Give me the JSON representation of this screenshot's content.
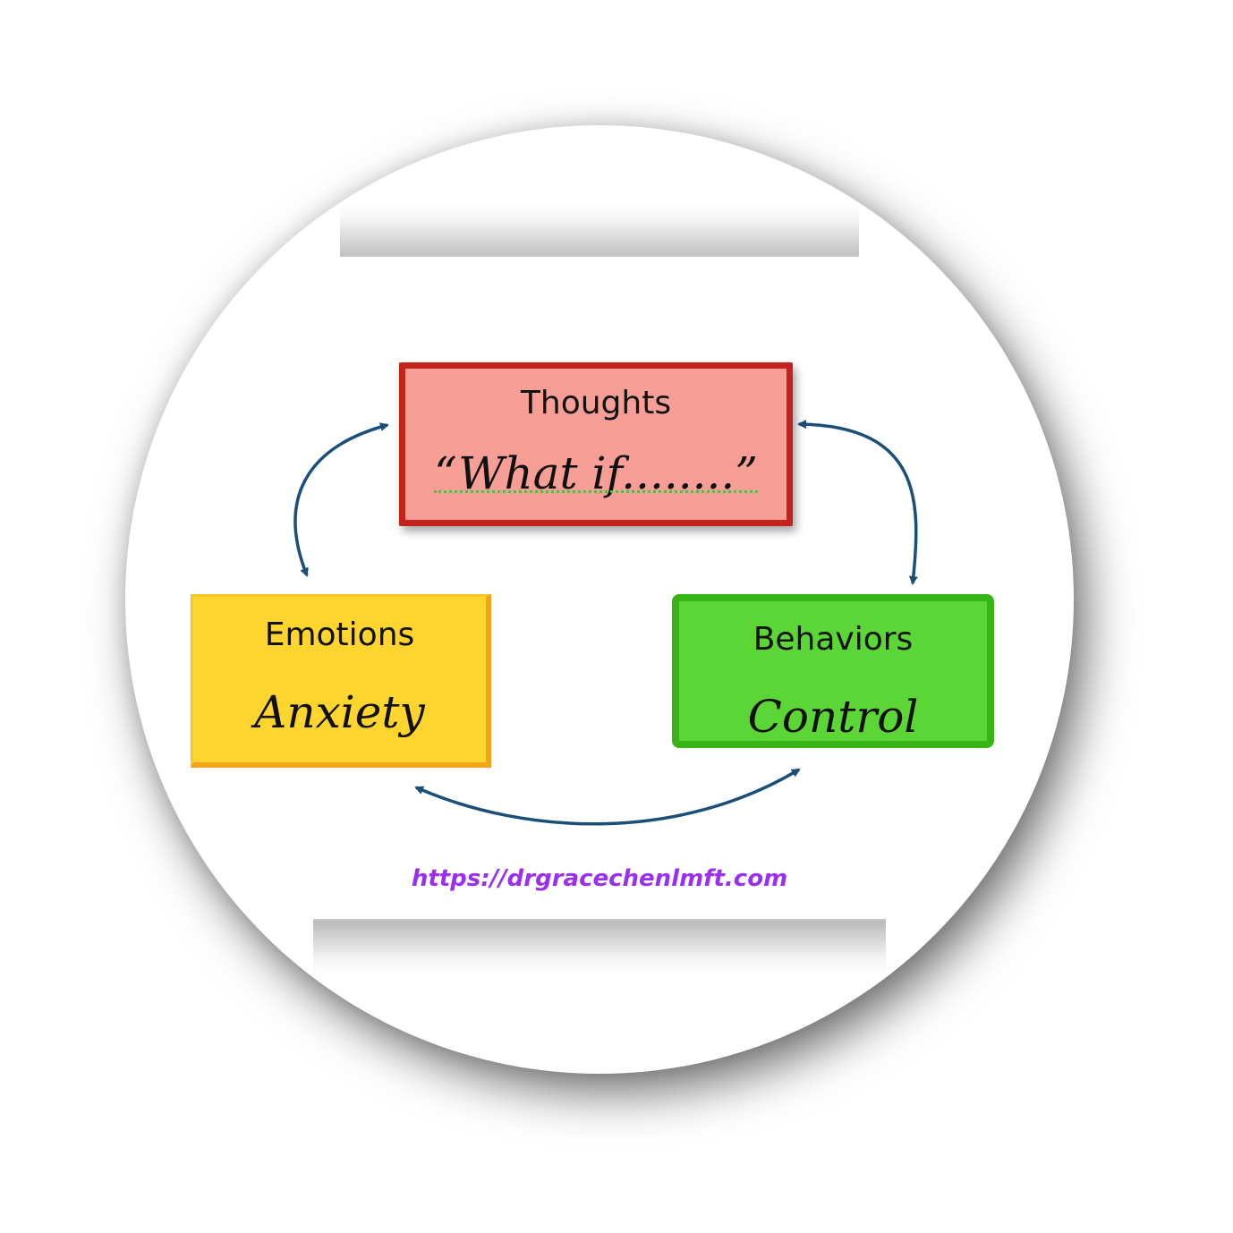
{
  "diagram": {
    "colors": {
      "thoughts_fill": "#f79f96",
      "thoughts_border": "#c4231b",
      "emotions_fill": "#fed52f",
      "emotions_border": "#f2a51b",
      "behaviors_fill": "#5cd636",
      "behaviors_border": "#37b514",
      "arrow": "#1b4f7a",
      "url": "#9b2ff0"
    },
    "nodes": {
      "thoughts": {
        "heading": "Thoughts",
        "text": "“What if........”"
      },
      "emotions": {
        "heading": "Emotions",
        "text": "Anxiety"
      },
      "behaviors": {
        "heading": "Behaviors",
        "text": "Control"
      }
    },
    "edges": [
      {
        "from": "thoughts",
        "to": "behaviors",
        "direction": "both"
      },
      {
        "from": "behaviors",
        "to": "emotions",
        "direction": "both"
      },
      {
        "from": "emotions",
        "to": "thoughts",
        "direction": "both"
      }
    ],
    "url": "https://drgracechenlmft.com"
  }
}
